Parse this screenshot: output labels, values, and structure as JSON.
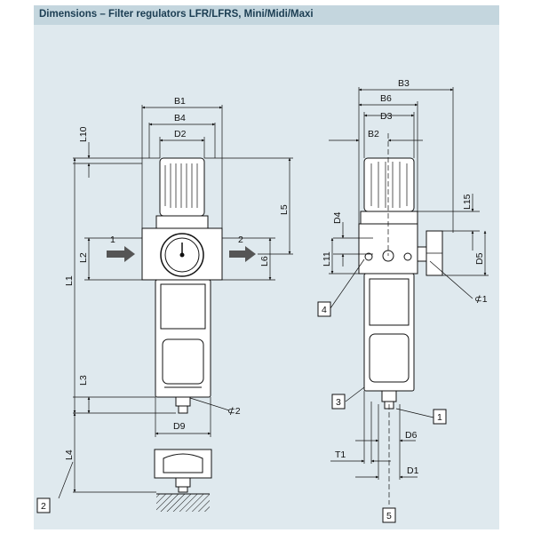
{
  "header": {
    "title": "Dimensions – Filter regulators LFR/LFRS, Mini/Midi/Maxi"
  },
  "dimensions": {
    "B1": "B1",
    "B4": "B4",
    "D2": "D2",
    "L10": "L10",
    "L5": "L5",
    "L2": "L2",
    "L6": "L6",
    "L1": "L1",
    "L3": "L3",
    "D9": "D9",
    "L4": "L4",
    "B3": "B3",
    "B6": "B6",
    "D3": "D3",
    "B2": "B2",
    "L15": "L15",
    "D4": "D4",
    "L11": "L11",
    "D5": "D5",
    "D6": "D6",
    "T1": "T1",
    "D1": "D1"
  },
  "ports": {
    "in": "1",
    "out": "2"
  },
  "callouts": {
    "c1": "1",
    "c2": "2",
    "c3": "3",
    "c4": "4",
    "c5": "5"
  },
  "wrench": {
    "w1": "⊄1",
    "w2": "⊄2"
  },
  "colors": {
    "background": "#dfe9ee",
    "header": "#c4d6de",
    "line": "#111111",
    "arrow": "#555555"
  }
}
